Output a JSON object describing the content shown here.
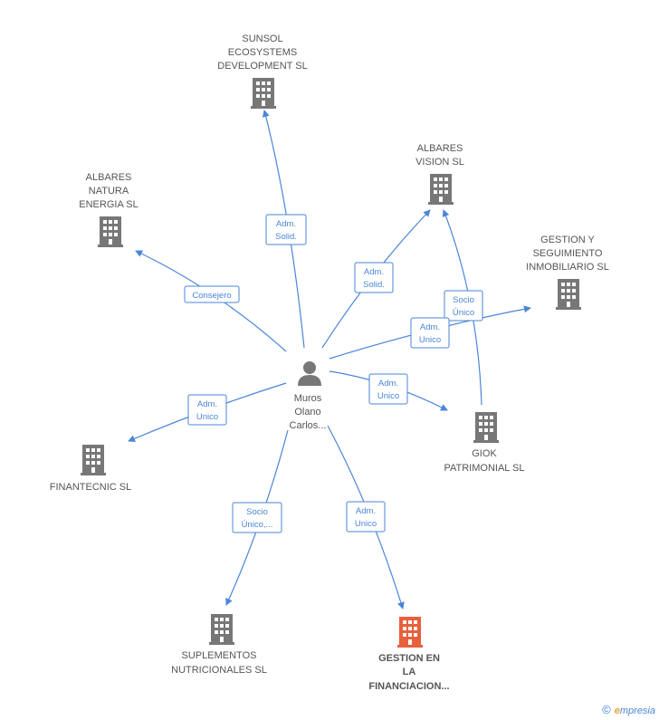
{
  "center": {
    "label_lines": [
      "Muros",
      "Olano",
      "Carlos..."
    ],
    "icon": "person-icon"
  },
  "nodes": [
    {
      "id": "sunsol",
      "lines": [
        "SUNSOL",
        "ECOSYSTEMS",
        "DEVELOPMENT SL"
      ],
      "icon": "building-icon",
      "focus": false
    },
    {
      "id": "albares-natura",
      "lines": [
        "ALBARES",
        "NATURA",
        "ENERGIA SL"
      ],
      "icon": "building-icon",
      "focus": false
    },
    {
      "id": "albares-vision",
      "lines": [
        "ALBARES",
        "VISION SL"
      ],
      "icon": "building-icon",
      "focus": false
    },
    {
      "id": "gestion-seguimiento",
      "lines": [
        "GESTION Y",
        "SEGUIMIENTO",
        "INMOBILIARIO SL"
      ],
      "icon": "building-icon",
      "focus": false
    },
    {
      "id": "giok",
      "lines": [
        "GIOK",
        "PATRIMONIAL SL"
      ],
      "icon": "building-icon",
      "focus": false
    },
    {
      "id": "finantecnic",
      "lines": [
        "FINANTECNIC SL"
      ],
      "icon": "building-icon",
      "focus": false
    },
    {
      "id": "suplementos",
      "lines": [
        "SUPLEMENTOS",
        "NUTRICIONALES SL"
      ],
      "icon": "building-icon",
      "focus": false
    },
    {
      "id": "gestion-financiacion",
      "lines": [
        "GESTION EN",
        "LA",
        "FINANCIACION..."
      ],
      "icon": "building-icon",
      "focus": true
    }
  ],
  "edges": [
    {
      "id": "e-sunsol",
      "lines": [
        "Adm.",
        "Solid."
      ]
    },
    {
      "id": "e-albares-natura",
      "lines": [
        "Consejero"
      ]
    },
    {
      "id": "e-albares-vision",
      "lines": [
        "Adm.",
        "Solid."
      ]
    },
    {
      "id": "e-giok-vision",
      "lines": [
        "Socio",
        "Único"
      ]
    },
    {
      "id": "e-gestion-seguimiento",
      "lines": [
        "Adm.",
        "Unico"
      ]
    },
    {
      "id": "e-giok",
      "lines": [
        "Adm.",
        "Unico"
      ]
    },
    {
      "id": "e-finantecnic",
      "lines": [
        "Adm.",
        "Unico"
      ]
    },
    {
      "id": "e-suplementos",
      "lines": [
        "Socio",
        "Único,..."
      ]
    },
    {
      "id": "e-gestion-financiacion",
      "lines": [
        "Adm.",
        "Unico"
      ]
    }
  ],
  "colors": {
    "edge": "#4a86d8",
    "building": "#777777",
    "building_focus": "#e8603c",
    "person": "#777777"
  },
  "footer": {
    "copyright": "©",
    "brand": "mpresia",
    "brand_initial": "e"
  }
}
